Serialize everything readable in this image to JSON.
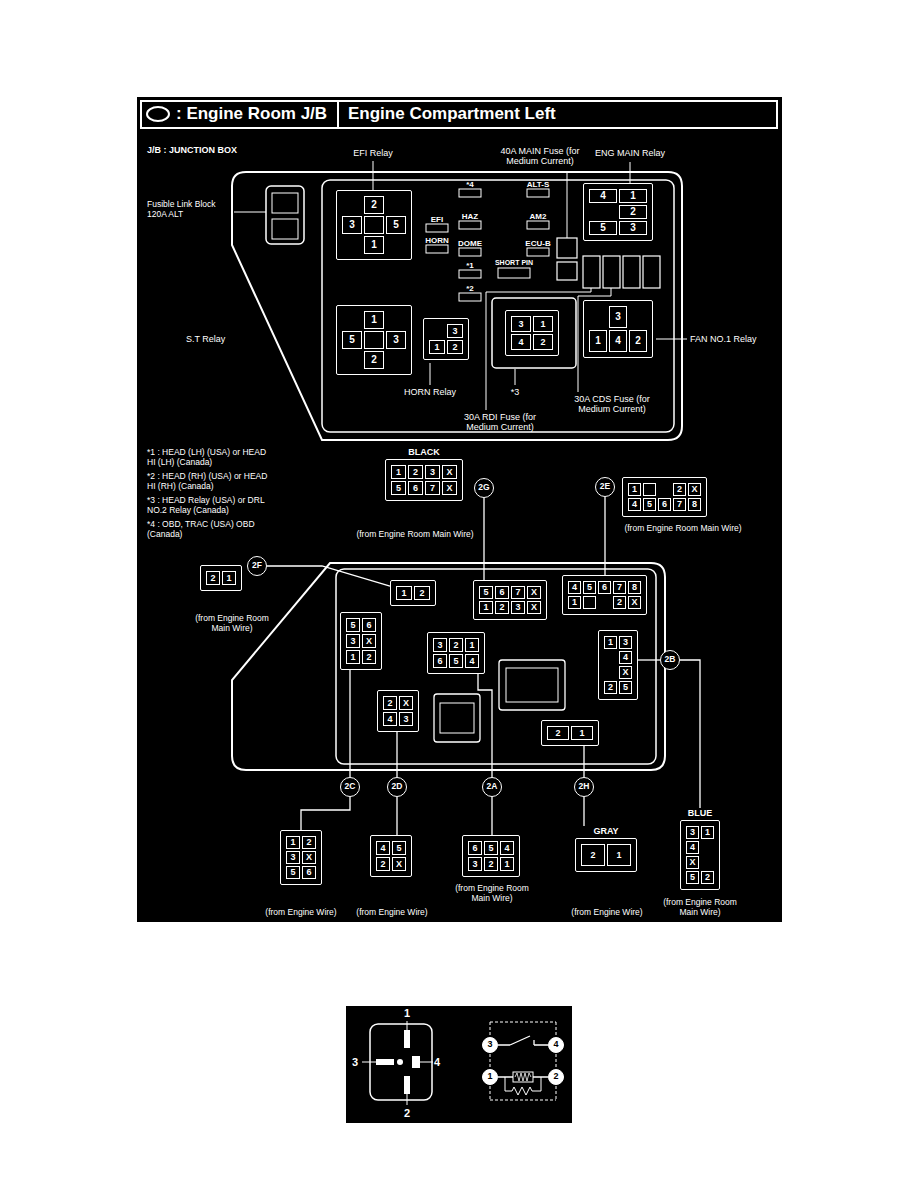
{
  "diagram": {
    "title": ": Engine Room J/B",
    "nodes": [
      {
        "text": [
          "2",
          "3",
          "5",
          "1"
        ]
      },
      {
        "text": [
          "4",
          "1",
          "2",
          "5",
          "3"
        ]
      },
      {
        "text": [
          "1",
          "5",
          "3",
          "2"
        ]
      },
      {
        "text": [
          "1",
          "3",
          "2"
        ]
      },
      {
        "text": [
          "3",
          "1",
          "4",
          "2"
        ]
      },
      {
        "text": [
          "3",
          "1",
          "4",
          "2"
        ]
      },
      {
        "text": [
          "BLACK",
          "1",
          "2",
          "3",
          "X",
          "5",
          "6",
          "7",
          "X"
        ]
      },
      {
        "text": [
          "2G"
        ]
      },
      {
        "text": [
          "2E"
        ]
      },
      {
        "text": [
          "1",
          "2",
          "X",
          "4",
          "5",
          "6",
          "7",
          "8"
        ]
      },
      {
        "text": [
          "2F"
        ]
      },
      {
        "text": [
          "2",
          "1"
        ]
      },
      {
        "text": [
          "1",
          "2"
        ]
      },
      {
        "text": [
          "5",
          "6",
          "7",
          "X",
          "1",
          "2",
          "3",
          "X"
        ]
      },
      {
        "text": [
          "4",
          "5",
          "6",
          "7",
          "8",
          "1",
          "2",
          "X"
        ]
      },
      {
        "text": [
          "5",
          "6",
          "3",
          "X",
          "1",
          "2"
        ]
      },
      {
        "text": [
          "3",
          "2",
          "1",
          "6",
          "5",
          "4"
        ]
      },
      {
        "text": [
          "1",
          "3",
          "4",
          "X",
          "2",
          "5"
        ]
      },
      {
        "text": [
          "2B"
        ]
      },
      {
        "text": [
          "2",
          "X",
          "4",
          "3"
        ]
      },
      {
        "text": [
          "2",
          "1"
        ]
      },
      {
        "text": [
          "2C"
        ]
      },
      {
        "text": [
          "2D"
        ]
      },
      {
        "text": [
          "2A"
        ]
      },
      {
        "text": [
          "2H"
        ]
      },
      {
        "text": [
          "1",
          "2",
          "3",
          "X",
          "5",
          "6"
        ]
      },
      {
        "text": [
          "4",
          "5",
          "2",
          "X"
        ]
      },
      {
        "text": [
          "6",
          "5",
          "4",
          "3",
          "2",
          "1"
        ]
      },
      {
        "text": [
          "GRAY",
          "2",
          "1"
        ]
      },
      {
        "text": [
          "BLUE",
          "3",
          "1",
          "4",
          "X",
          "5",
          "2"
        ]
      },
      {
        "text": [
          "3"
        ]
      },
      {
        "text": [
          "4"
        ]
      },
      {
        "text": [
          "1"
        ]
      },
      {
        "text": [
          "2"
        ]
      }
    ],
    "edges": [
      {
        "from": 7,
        "to": 13,
        "arrow": "none"
      },
      {
        "from": 8,
        "to": 14,
        "arrow": "none"
      },
      {
        "from": 10,
        "to": 12,
        "arrow": "none"
      },
      {
        "from": 18,
        "to": 17,
        "arrow": "none"
      },
      {
        "from": 18,
        "to": 29,
        "arrow": "none"
      },
      {
        "from": 21,
        "to": 15,
        "arrow": "none"
      },
      {
        "from": 21,
        "to": 25,
        "arrow": "none"
      },
      {
        "from": 22,
        "to": 19,
        "arrow": "none"
      },
      {
        "from": 22,
        "to": 26,
        "arrow": "none"
      },
      {
        "from": 23,
        "to": 16,
        "arrow": "none"
      },
      {
        "from": 23,
        "to": 27,
        "arrow": "none"
      },
      {
        "from": 24,
        "to": 20,
        "arrow": "none"
      },
      {
        "from": 24,
        "to": 28,
        "arrow": "none"
      },
      {
        "from": 30,
        "to": 31,
        "arrow": "none"
      },
      {
        "from": 32,
        "to": 33,
        "arrow": "none"
      }
    ],
    "labels": [
      "J/B : JUNCTION BOX",
      "EFI Relay",
      "40A MAIN Fuse (for Medium Current)",
      "ENG MAIN Relay",
      "Fusible Link Block 120A ALT",
      "*4",
      "ALT-S",
      "EFI",
      "HAZ",
      "AM2",
      "HORN",
      "DOME",
      "ECU-B",
      "*1",
      "SHORT PIN",
      "*2",
      "S.T Relay",
      "FAN NO.1 Relay",
      "HORN Relay",
      "*3",
      "30A RDI Fuse (for Medium Current)",
      "30A CDS Fuse (for Medium Current)",
      "*1 : HEAD (LH) (USA) or HEAD HI (LH) (Canada)",
      "*2 : HEAD (RH) (USA) or HEAD HI (RH) (Canada)",
      "*3 : HEAD Relay (USA) or DRL NO.2 Relay (Canada)",
      "*4 : OBD, TRAC (USA) OBD (Canada)",
      "(from Engine Room Main Wire)",
      "(from Engine Room Main Wire)",
      "(from Engine Room Main Wire)",
      "(from Engine Wire)",
      "(from Engine Wire)",
      "(from Engine Room Main Wire)",
      "(from Engine Wire)",
      "(from Engine Room Main Wire)",
      "Engine Compartment Left",
      "1",
      "3",
      "4",
      "2"
    ]
  }
}
